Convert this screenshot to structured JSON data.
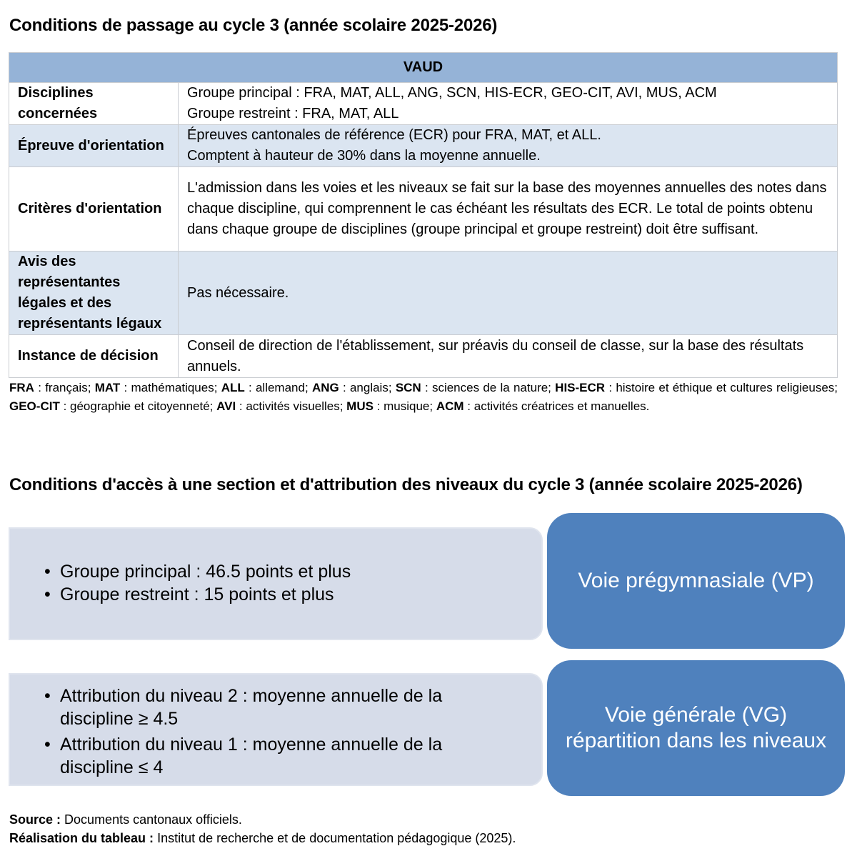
{
  "title1": "Conditions de passage au cycle 3 (année scolaire 2025-2026)",
  "table": {
    "header": "VAUD",
    "rows": [
      {
        "key": "Disciplines concernées",
        "lines": [
          "Groupe principal : FRA, MAT, ALL, ANG, SCN, HIS-ECR, GEO-CIT, AVI, MUS, ACM",
          "Groupe restreint : FRA, MAT, ALL"
        ]
      },
      {
        "key": "Épreuve d'orientation",
        "lines": [
          "Épreuves cantonales de référence (ECR) pour FRA, MAT, et ALL.",
          "Comptent à hauteur de 30% dans la moyenne annuelle."
        ]
      },
      {
        "key": "Critères d'orientation",
        "lines": [
          "L'admission dans les voies et les niveaux se fait sur la base des moyennes annuelles des notes dans chaque discipline, qui comprennent le cas échéant les résultats des ECR. Le total de points obtenu dans chaque groupe de disciplines (groupe principal et groupe restreint) doit être suffisant."
        ]
      },
      {
        "key": "Avis des représentantes légales et des représentants légaux",
        "lines": [
          "Pas nécessaire."
        ]
      },
      {
        "key": "Instance de décision",
        "lines": [
          "Conseil de direction de l'établissement, sur préavis du conseil de classe, sur la base des résultats annuels."
        ]
      }
    ]
  },
  "legend": [
    {
      "abbr": "FRA",
      "text": "français;"
    },
    {
      "abbr": "MAT",
      "text": "mathématiques;"
    },
    {
      "abbr": "ALL",
      "text": "allemand;"
    },
    {
      "abbr": "ANG",
      "text": "anglais;"
    },
    {
      "abbr": "SCN",
      "text": "sciences de la nature;"
    },
    {
      "abbr": "HIS-ECR",
      "text": "histoire et éthique et cultures religieuses;"
    },
    {
      "abbr": "GEO-CIT",
      "text": "géographie et citoyenneté;"
    },
    {
      "abbr": "AVI",
      "text": "activités visuelles;"
    },
    {
      "abbr": "MUS",
      "text": "musique;"
    },
    {
      "abbr": "ACM",
      "text": "activités créatrices et manuelles."
    }
  ],
  "title2": "Conditions d'accès à une section et d'attribution des niveaux du cycle 3 (année scolaire 2025-2026)",
  "diagram": [
    {
      "bullets": [
        "Groupe principal : 46.5 points et plus",
        "Groupe restreint : 15 points et plus"
      ],
      "target": [
        "Voie prégymnasiale (VP)"
      ]
    },
    {
      "bullets": [
        "Attribution du niveau 2 : moyenne annuelle de la discipline ≥ 4.5",
        "Attribution du niveau 1 : moyenne annuelle de la discipline ≤ 4"
      ],
      "target": [
        "Voie générale (VG)",
        "répartition dans les niveaux"
      ]
    }
  ],
  "source": {
    "label": "Source :",
    "text": "Documents cantonaux officiels."
  },
  "credit": {
    "label": "Réalisation du tableau :",
    "text": "Institut de recherche et de documentation pédagogique (2025)."
  }
}
